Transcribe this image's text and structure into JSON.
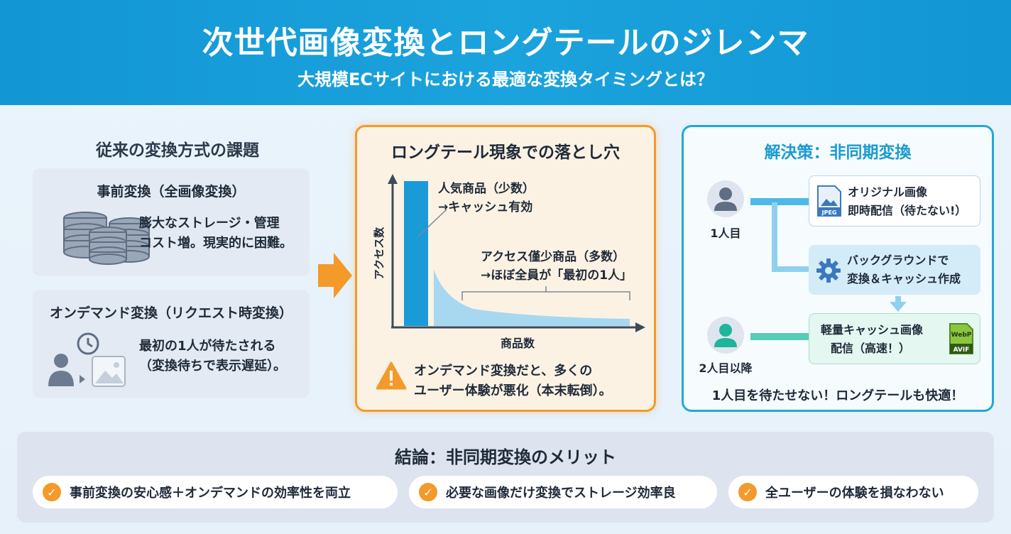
{
  "header": {
    "title": "次世代画像変換とロングテールのジレンマ",
    "subtitle": "大規模ECサイトにおける最適な変換タイミングとは？"
  },
  "left": {
    "title": "従来の変換方式の課題",
    "card1": {
      "head": "事前変換（全画像変換）",
      "line1": "膨大なストレージ・管理",
      "line2": "コスト増。現実的に困難。"
    },
    "card2": {
      "head": "オンデマンド変換（リクエスト時変換）",
      "line1": "最初の1人が待たされる",
      "line2": "（変換待ちで表示遅延）。"
    }
  },
  "middle": {
    "title": "ロングテール現象での落とし穴",
    "chart_data": {
      "type": "area",
      "xlabel": "商品数",
      "ylabel": "アクセス数",
      "annotations": [
        {
          "line1": "人気商品（少数）",
          "line2": "→キャッシュ有効"
        },
        {
          "line1": "アクセス僅少商品（多数）",
          "line2": "→ほぼ全員が「最初の1人」"
        }
      ]
    },
    "warning_line1": "オンデマンド変換だと、多くの",
    "warning_line2": "ユーザー体験が悪化（本末転倒）。"
  },
  "right": {
    "title": "解決策：非同期変換",
    "user1_label": "1人目",
    "user2_label": "2人目以降",
    "box1": {
      "line1": "オリジナル画像",
      "line2": "即時配信（待たない!）",
      "icon_text": "JPEG"
    },
    "box2": {
      "line1": "バックグラウンドで",
      "line2": "変換＆キャッシュ作成"
    },
    "box3": {
      "line1": "軽量キャッシュ画像",
      "line2": "配信（高速！）",
      "icon_text1": "WebP",
      "icon_text2": "AVIF"
    },
    "footer": "1人目を待たせない！ロングテールも快適！"
  },
  "bottom": {
    "title": "結論：非同期変換のメリット",
    "items": [
      "事前変換の安心感＋オンデマンドの効率性を両立",
      "必要な画像だけ変換でストレージ効率良",
      "全ユーザーの体験を損なわない"
    ]
  },
  "colors": {
    "header": "#1296d4",
    "accent_orange": "#f39a2b",
    "accent_blue": "#22a8d8",
    "accent_teal": "#1fb59a"
  }
}
